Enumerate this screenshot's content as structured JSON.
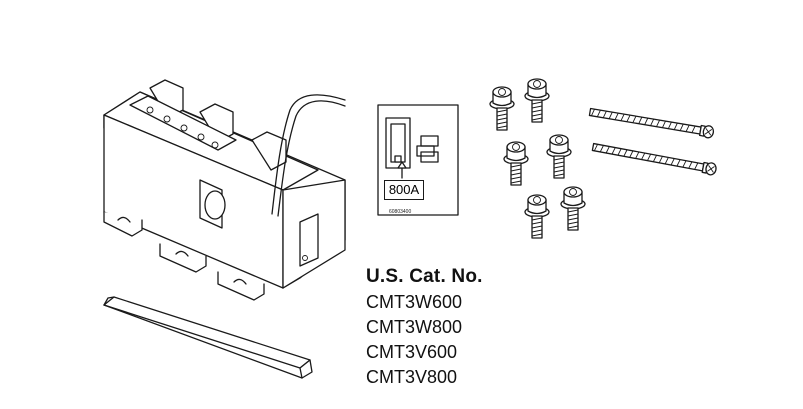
{
  "label_card": {
    "rating": "800A",
    "code": "60803400"
  },
  "catalog": {
    "heading": "U.S. Cat. No.",
    "items": [
      "CMT3W600",
      "CMT3W800",
      "CMT3V600",
      "CMT3V800"
    ]
  },
  "parts": {
    "short_screw_count": 6,
    "long_screw_count": 2
  }
}
